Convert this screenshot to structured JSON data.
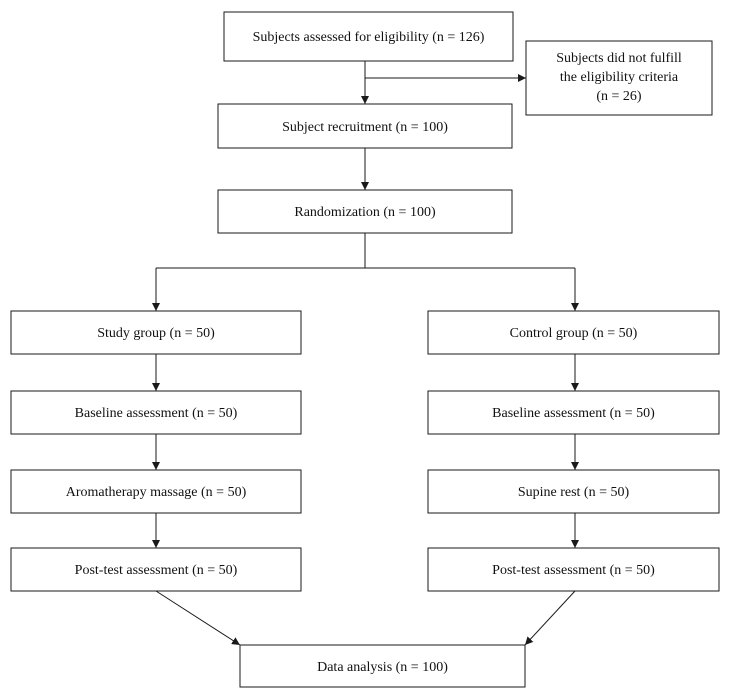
{
  "diagram": {
    "nodes": [
      {
        "id": "eligibility",
        "lines": [
          "Subjects assessed for eligibility (n = 126)"
        ]
      },
      {
        "id": "excluded",
        "lines": [
          "Subjects did not fulfill",
          "the eligibility criteria",
          "(n = 26)"
        ]
      },
      {
        "id": "recruitment",
        "lines": [
          "Subject recruitment (n = 100)"
        ]
      },
      {
        "id": "randomization",
        "lines": [
          "Randomization (n = 100)"
        ]
      },
      {
        "id": "study-group",
        "lines": [
          "Study group (n = 50)"
        ]
      },
      {
        "id": "control-group",
        "lines": [
          "Control group (n = 50)"
        ]
      },
      {
        "id": "study-baseline",
        "lines": [
          "Baseline assessment (n = 50)"
        ]
      },
      {
        "id": "control-baseline",
        "lines": [
          "Baseline assessment (n = 50)"
        ]
      },
      {
        "id": "study-intervention",
        "lines": [
          "Aromatherapy massage (n = 50)"
        ]
      },
      {
        "id": "control-intervention",
        "lines": [
          "Supine rest (n = 50)"
        ]
      },
      {
        "id": "study-posttest",
        "lines": [
          "Post-test assessment (n = 50)"
        ]
      },
      {
        "id": "control-posttest",
        "lines": [
          "Post-test assessment (n = 50)"
        ]
      },
      {
        "id": "data-analysis",
        "lines": [
          "Data analysis (n = 100)"
        ]
      }
    ],
    "edges": [
      {
        "from": "eligibility",
        "to": "recruitment"
      },
      {
        "from": "eligibility",
        "to": "excluded"
      },
      {
        "from": "recruitment",
        "to": "randomization"
      },
      {
        "from": "randomization",
        "to": "study-group"
      },
      {
        "from": "randomization",
        "to": "control-group"
      },
      {
        "from": "study-group",
        "to": "study-baseline"
      },
      {
        "from": "study-baseline",
        "to": "study-intervention"
      },
      {
        "from": "study-intervention",
        "to": "study-posttest"
      },
      {
        "from": "study-posttest",
        "to": "data-analysis"
      },
      {
        "from": "control-group",
        "to": "control-baseline"
      },
      {
        "from": "control-baseline",
        "to": "control-intervention"
      },
      {
        "from": "control-intervention",
        "to": "control-posttest"
      },
      {
        "from": "control-posttest",
        "to": "data-analysis"
      }
    ]
  }
}
